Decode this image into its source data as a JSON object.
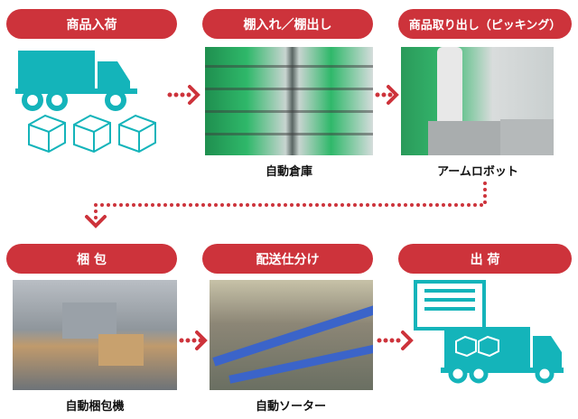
{
  "steps": [
    {
      "label": "商品入荷",
      "caption": ""
    },
    {
      "label": "棚入れ／棚出し",
      "caption": "自動倉庫"
    },
    {
      "label": "商品取り出し（ピッキング）",
      "caption": "アームロボット"
    },
    {
      "label": "梱 包",
      "caption": "自動梱包機"
    },
    {
      "label": "配送仕分け",
      "caption": "自動ソーター"
    },
    {
      "label": "出 荷",
      "caption": ""
    }
  ],
  "colors": {
    "accent": "#cd333b",
    "teal": "#14b4ba"
  }
}
